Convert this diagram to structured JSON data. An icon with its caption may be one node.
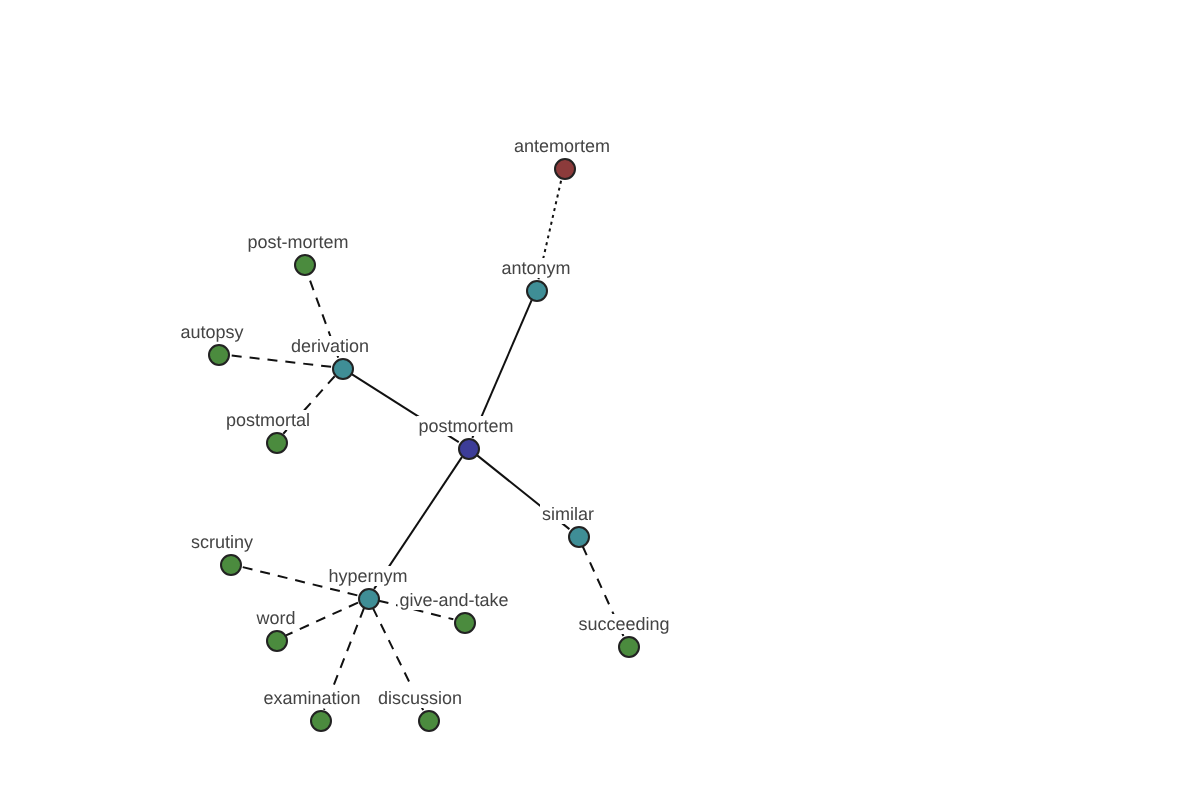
{
  "diagram": {
    "nodes": [
      {
        "text": [
          "antemortem"
        ]
      },
      {
        "text": [
          "post-mortem"
        ]
      },
      {
        "text": [
          "antonym"
        ]
      },
      {
        "text": [
          "autopsy"
        ]
      },
      {
        "text": [
          "derivation"
        ]
      },
      {
        "text": [
          "postmortal"
        ]
      },
      {
        "text": [
          "postmortem"
        ]
      },
      {
        "text": [
          "similar"
        ]
      },
      {
        "text": [
          "scrutiny"
        ]
      },
      {
        "text": [
          "hypernym"
        ]
      },
      {
        "text": [
          "give-and-take"
        ]
      },
      {
        "text": [
          "word"
        ]
      },
      {
        "text": [
          "succeeding"
        ]
      },
      {
        "text": [
          "examination"
        ]
      },
      {
        "text": [
          "discussion"
        ]
      }
    ],
    "edges": [
      {
        "from": 6,
        "to": 4,
        "arrow": "none"
      },
      {
        "from": 6,
        "to": 2,
        "arrow": "none"
      },
      {
        "from": 6,
        "to": 7,
        "arrow": "none"
      },
      {
        "from": 6,
        "to": 9,
        "arrow": "none"
      },
      {
        "from": 2,
        "to": 0,
        "arrow": "none",
        "style": "dashed"
      },
      {
        "from": 4,
        "to": 1,
        "arrow": "none",
        "style": "dashed"
      },
      {
        "from": 4,
        "to": 3,
        "arrow": "none",
        "style": "dashed"
      },
      {
        "from": 4,
        "to": 5,
        "arrow": "none",
        "style": "dashed"
      },
      {
        "from": 7,
        "to": 12,
        "arrow": "none",
        "style": "dashed"
      },
      {
        "from": 9,
        "to": 8,
        "arrow": "none",
        "style": "dashed"
      },
      {
        "from": 9,
        "to": 11,
        "arrow": "none",
        "style": "dashed"
      },
      {
        "from": 9,
        "to": 10,
        "arrow": "none",
        "style": "dashed"
      },
      {
        "from": 9,
        "to": 13,
        "arrow": "none",
        "style": "dashed"
      },
      {
        "from": 9,
        "to": 14,
        "arrow": "none",
        "style": "dashed"
      }
    ]
  }
}
